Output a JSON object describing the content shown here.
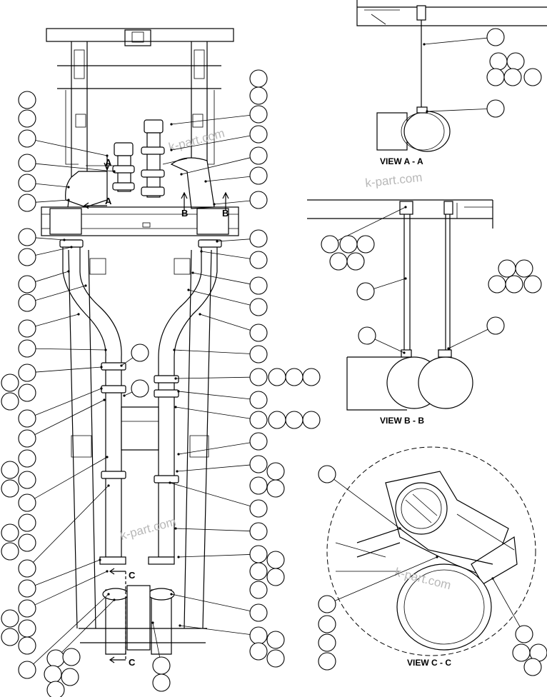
{
  "views": {
    "view_a": "VIEW A - A",
    "view_b": "VIEW B - B",
    "view_c": "VIEW C - C"
  },
  "section_markers": {
    "a": "A",
    "b": "B",
    "c": "C"
  },
  "watermark": "k-part.com"
}
